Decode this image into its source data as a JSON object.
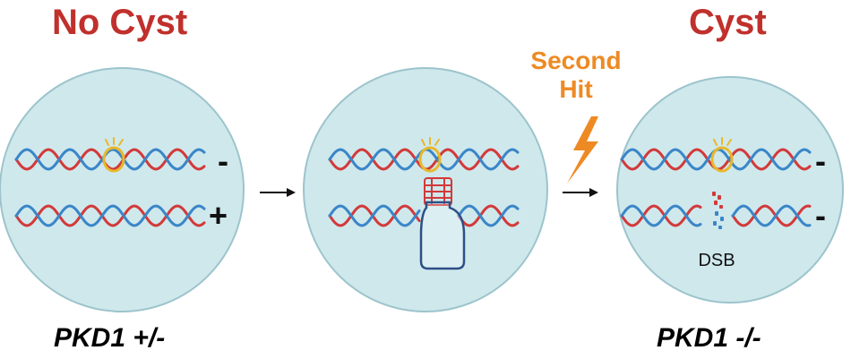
{
  "colors": {
    "title": "#c0302c",
    "second_hit": "#ee8a23",
    "cell_fill": "#cfe8ec",
    "cell_stroke": "#9cc4cc",
    "strand_red": "#d23a3a",
    "strand_blue": "#3a86c8",
    "mutation": "#e8b82a",
    "protein": "#2e4f86"
  },
  "left": {
    "title": "No Cyst",
    "genotype": "PKD1 +/-",
    "top_sign": "-",
    "bottom_sign": "+"
  },
  "right": {
    "title": "Cyst",
    "genotype": "PKD1 -/-",
    "top_sign": "-",
    "bottom_sign": "-",
    "break_label": "DSB"
  },
  "second_hit": {
    "line1": "Second",
    "line2": "Hit",
    "icon": "lightning-bolt-icon"
  },
  "icons": [
    "dna-strand-icon",
    "mutation-spark-icon",
    "repair-protein-icon",
    "arrow-right-icon"
  ]
}
